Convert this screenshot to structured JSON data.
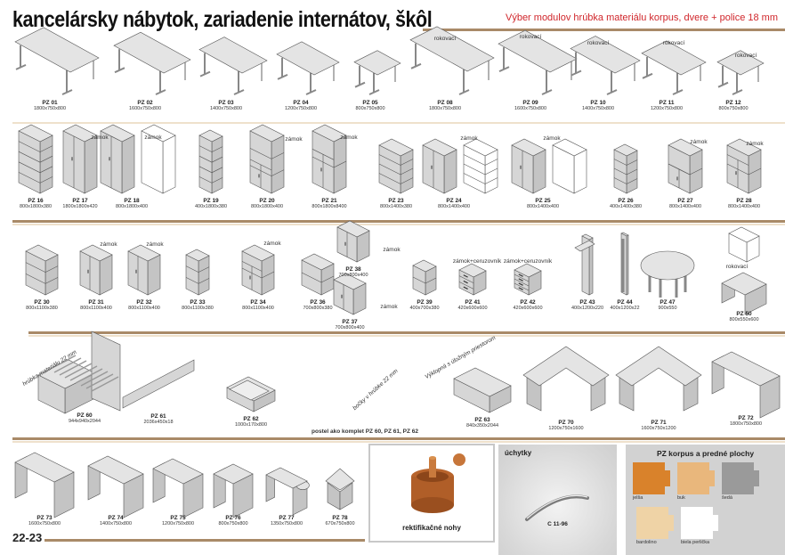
{
  "header": {
    "title": "kancelársky nábytok, zariadenie internátov, škôl",
    "subtitle": "Výber modulov hrúbka materiálu korpus, dvere + police 18 mm"
  },
  "items": [
    {
      "code": "PZ 01",
      "dims": "1800x750x800"
    },
    {
      "code": "PZ 02",
      "dims": "1600x750x800"
    },
    {
      "code": "PZ 03",
      "dims": "1400x750x800"
    },
    {
      "code": "PZ 04",
      "dims": "1200x750x800"
    },
    {
      "code": "PZ 05",
      "dims": "800x750x800"
    },
    {
      "code": "PZ 08",
      "dims": "1800x750x800",
      "note": "rokovací"
    },
    {
      "code": "PZ 09",
      "dims": "1600x750x800",
      "note": "rokovací"
    },
    {
      "code": "PZ 10",
      "dims": "1400x750x800",
      "note": "rokovací"
    },
    {
      "code": "PZ 11",
      "dims": "1200x750x800",
      "note": "rokovací"
    },
    {
      "code": "PZ 12",
      "dims": "800x750x800",
      "note": "rokovací"
    },
    {
      "code": "PZ 16",
      "dims": "800x1800x380"
    },
    {
      "code": "PZ 17",
      "dims": "1800x1800x420",
      "note": "zámok"
    },
    {
      "code": "PZ 18",
      "dims": "800x1800x400",
      "note": "zámok"
    },
    {
      "code": "PZ 19",
      "dims": "400x1800x380"
    },
    {
      "code": "PZ 20",
      "dims": "800x1800x400",
      "note": "zámok"
    },
    {
      "code": "PZ 21",
      "dims": "800x1800x8400",
      "note": "zámok"
    },
    {
      "code": "PZ 23",
      "dims": "800x1400x380"
    },
    {
      "code": "PZ 24",
      "dims": "800x1400x400",
      "note": "zámok"
    },
    {
      "code": "PZ 25",
      "dims": "800x1400x400",
      "note": "zámok"
    },
    {
      "code": "PZ 26",
      "dims": "400x1400x380"
    },
    {
      "code": "PZ 27",
      "dims": "800x1400x400",
      "note": "zámok"
    },
    {
      "code": "PZ 28",
      "dims": "800x1400x400",
      "note": "zámok"
    },
    {
      "code": "PZ 30",
      "dims": "800x1100x380"
    },
    {
      "code": "PZ 31",
      "dims": "800x1100x400",
      "note": "zámok"
    },
    {
      "code": "PZ 32",
      "dims": "800x1100x400",
      "note": "zámok"
    },
    {
      "code": "PZ 33",
      "dims": "800x1100x380"
    },
    {
      "code": "PZ 34",
      "dims": "800x1100x400",
      "note": "zámok"
    },
    {
      "code": "PZ 36",
      "dims": "700x800x380"
    },
    {
      "code": "PZ 38",
      "dims": "700x800x400",
      "note": "zámok"
    },
    {
      "code": "PZ 37",
      "dims": "700x800x400",
      "note": "zámok"
    },
    {
      "code": "PZ 39",
      "dims": "400x700x380"
    },
    {
      "code": "PZ 41",
      "dims": "420x600x600",
      "note": "zámok+ceruzovník"
    },
    {
      "code": "PZ 42",
      "dims": "420x600x600",
      "note": "zámok+ceruzovník"
    },
    {
      "code": "PZ 43",
      "dims": "400x1200x220"
    },
    {
      "code": "PZ 44",
      "dims": "400x1200x22"
    },
    {
      "code": "PZ 47",
      "dims": "900x550"
    },
    {
      "code": "PZ 50",
      "dims": "800x550x600",
      "note": "rokovací"
    },
    {
      "code": "PZ 60",
      "dims": "944x940x2044",
      "note": "hrúbka materiálu 22 mm"
    },
    {
      "code": "PZ 61",
      "dims": "2036x450x18"
    },
    {
      "code": "PZ 62",
      "dims": "1000x170x800"
    },
    {
      "code": "PZ 63",
      "dims": "840x350x2044",
      "note": "Výklopná s úložným priestorom"
    },
    {
      "code": "PZ 70",
      "dims": "1200x750x1600"
    },
    {
      "code": "PZ 71",
      "dims": "1600x750x1200"
    },
    {
      "code": "PZ 72",
      "dims": "1800x750x800"
    },
    {
      "code": "PZ 73",
      "dims": "1600x750x800"
    },
    {
      "code": "PZ 74",
      "dims": "1400x750x800"
    },
    {
      "code": "PZ 75",
      "dims": "1200x750x800"
    },
    {
      "code": "PZ 76",
      "dims": "800x750x800"
    },
    {
      "code": "PZ 77",
      "dims": "1350x750x800"
    },
    {
      "code": "PZ 78",
      "dims": "670x750x800"
    }
  ],
  "bed_set": {
    "caption": "postel ako komplet PZ 60, PZ 61, PZ 62",
    "side_note": "bočky v hrúbke 22 mm"
  },
  "feet": {
    "caption": "rektifikačné nohy"
  },
  "handles": {
    "caption": "úchytky",
    "model": "C 11-96"
  },
  "finishes": {
    "title": "PZ korpus a predné plochy",
    "swatches": [
      {
        "name": "jelša",
        "color": "#d9822b"
      },
      {
        "name": "buk",
        "color": "#e9b77c"
      },
      {
        "name": "šedá",
        "color": "#9a9a9a"
      },
      {
        "name": "bardolino",
        "color": "#efd3a6"
      },
      {
        "name": "biela perlička",
        "color": "#ffffff"
      }
    ]
  },
  "page_number": "22-23",
  "colors": {
    "accent_red": "#d0262b",
    "rule_brown": "#a98a68",
    "panel_gray": "#d2d2d2"
  }
}
